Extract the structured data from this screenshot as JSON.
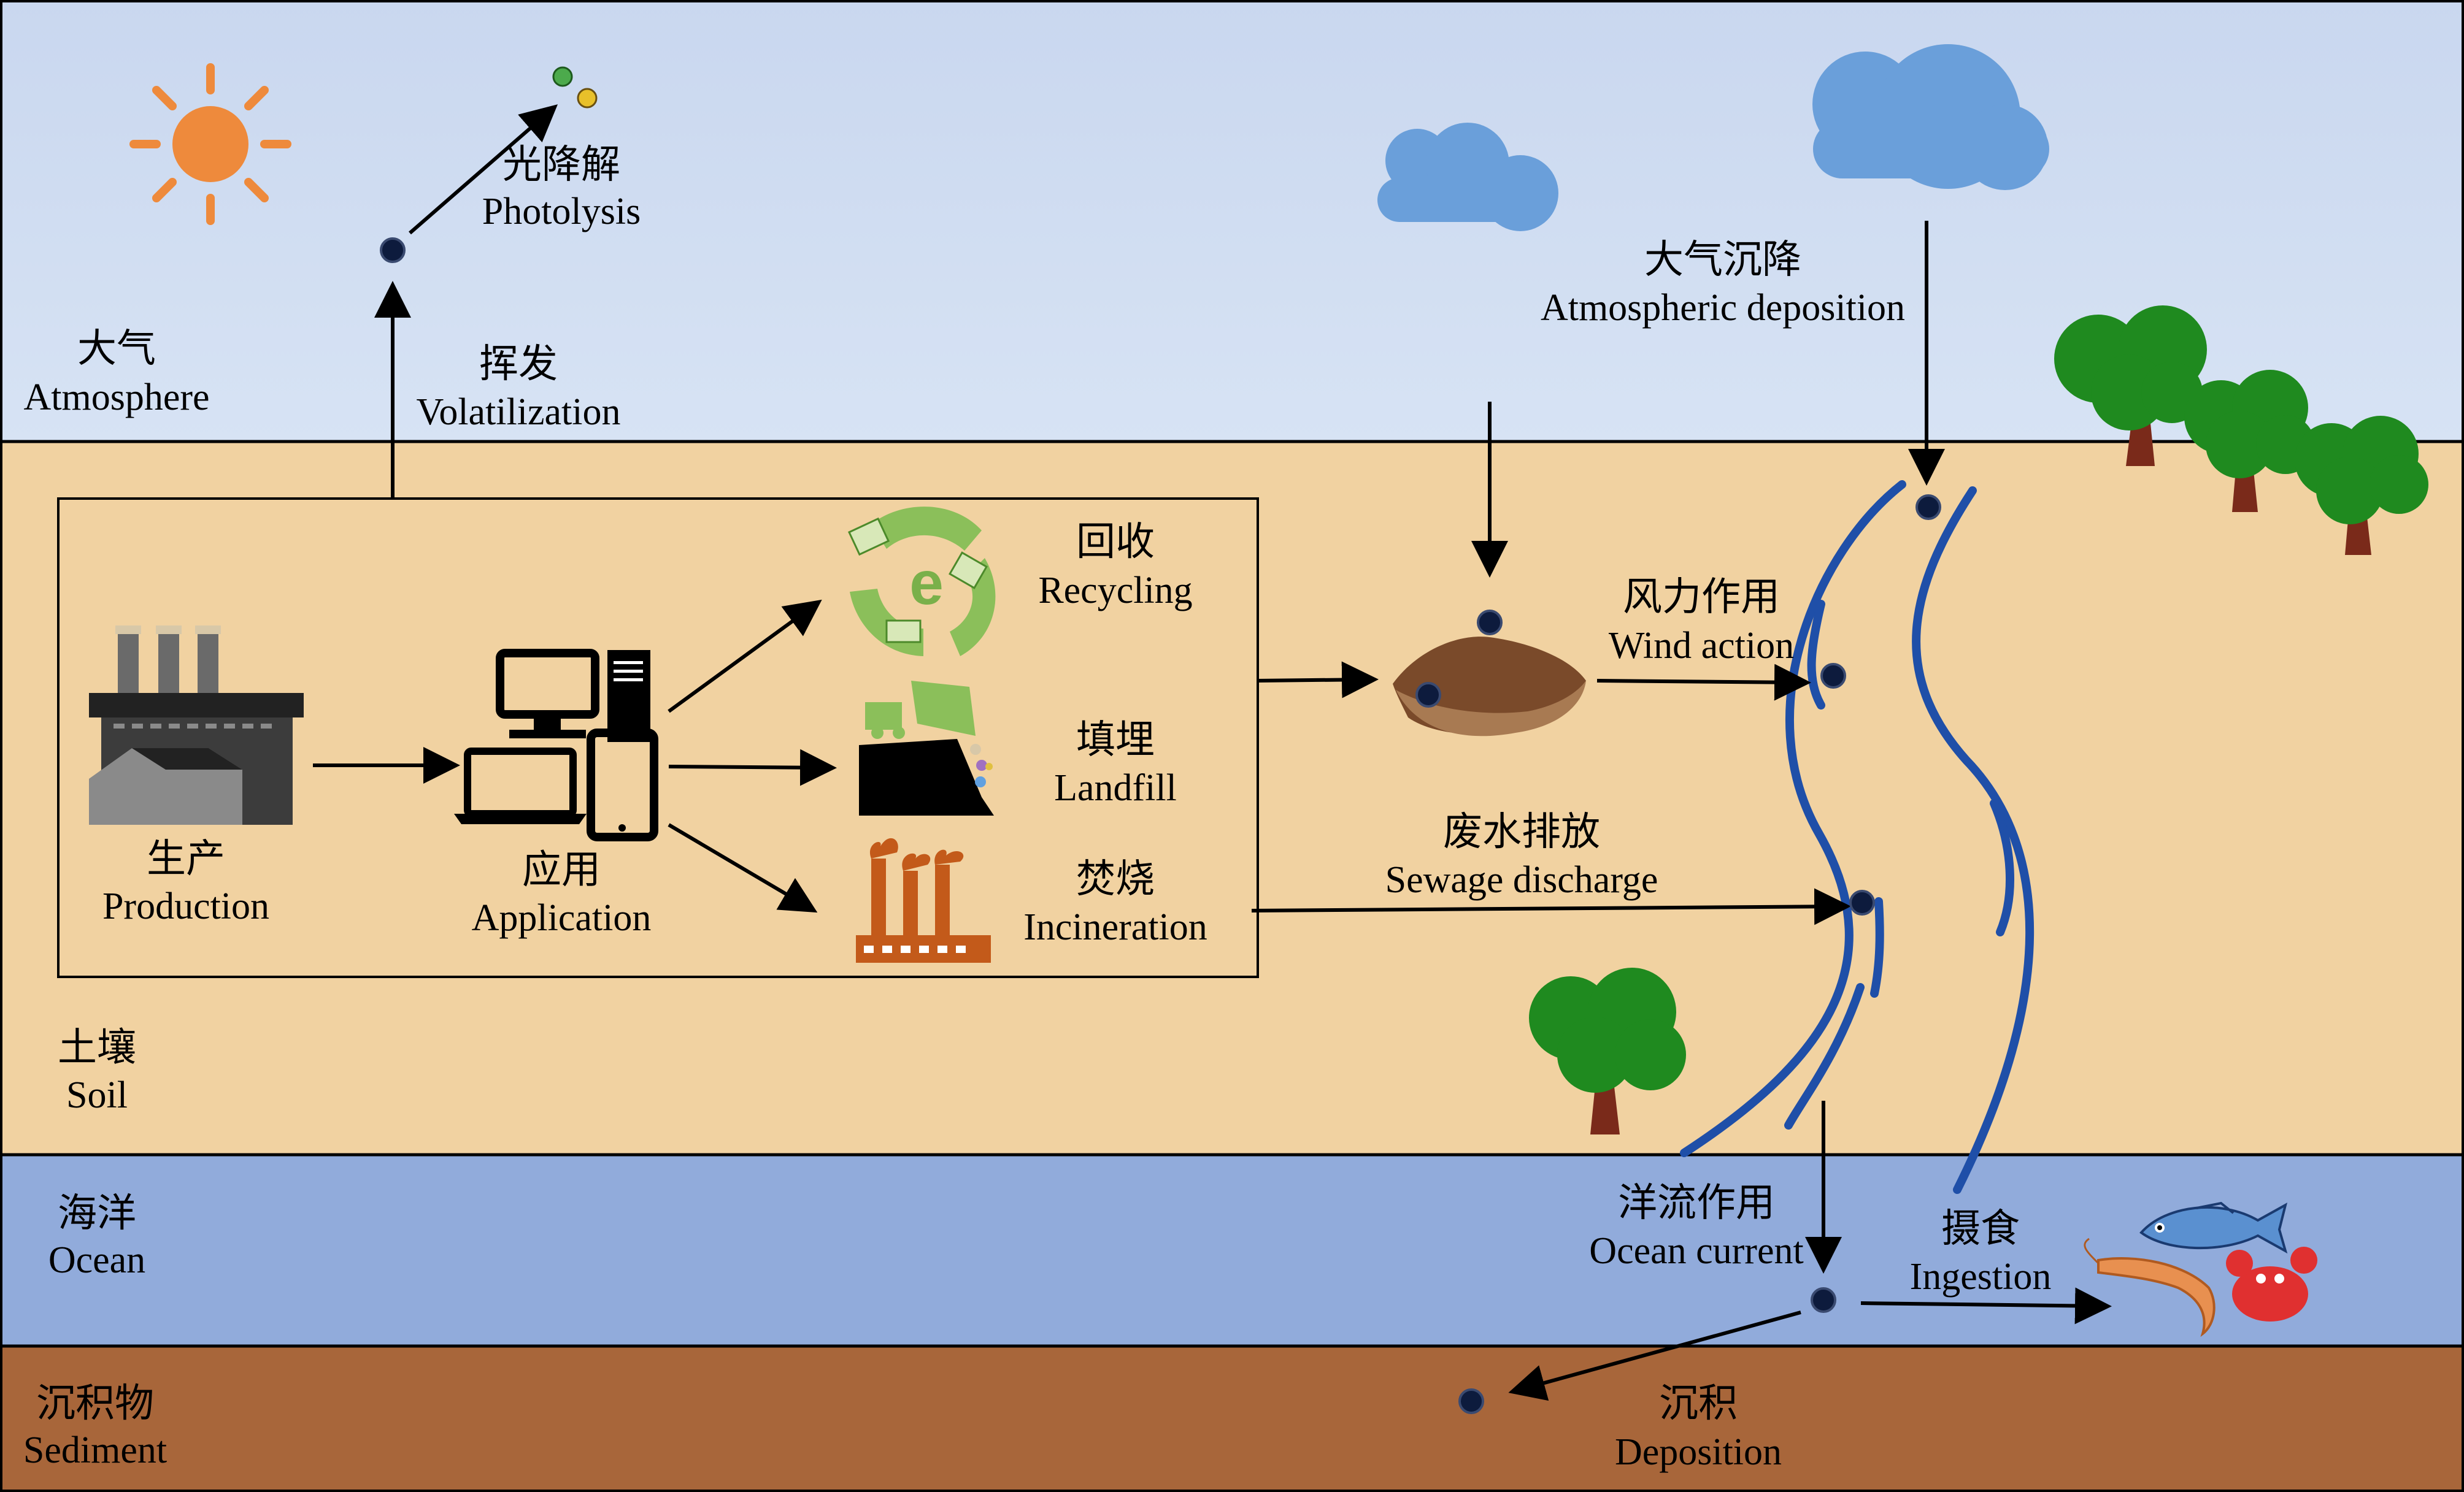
{
  "layers": {
    "atmosphere": {
      "cn": "大气",
      "en": "Atmosphere"
    },
    "soil": {
      "cn": "土壤",
      "en": "Soil"
    },
    "ocean": {
      "cn": "海洋",
      "en": "Ocean"
    },
    "sediment": {
      "cn": "沉积物",
      "en": "Sediment"
    }
  },
  "processes": {
    "photolysis": {
      "cn": "光降解",
      "en": "Photolysis"
    },
    "volatilization": {
      "cn": "挥发",
      "en": "Volatilization"
    },
    "atmospheric_deposition": {
      "cn": "大气沉降",
      "en": "Atmospheric deposition"
    },
    "production": {
      "cn": "生产",
      "en": "Production"
    },
    "application": {
      "cn": "应用",
      "en": "Application"
    },
    "recycling": {
      "cn": "回收",
      "en": "Recycling"
    },
    "landfill": {
      "cn": "填埋",
      "en": "Landfill"
    },
    "incineration": {
      "cn": "焚烧",
      "en": "Incineration"
    },
    "wind_action": {
      "cn": "风力作用",
      "en": "Wind action"
    },
    "sewage_discharge": {
      "cn": "废水排放",
      "en": "Sewage discharge"
    },
    "ocean_current": {
      "cn": "洋流作用",
      "en": "Ocean current"
    },
    "ingestion": {
      "cn": "摄食",
      "en": "Ingestion"
    },
    "deposition": {
      "cn": "沉积",
      "en": "Deposition"
    }
  },
  "icons": {
    "recycle_letter": "e"
  },
  "colors": {
    "sky_top": "#c9d7ef",
    "sky_bottom": "#d7e3f4",
    "soil": "#f1d2a1",
    "ocean": "#91abdb",
    "sediment": "#a8663a",
    "river": "#1f4fa8",
    "sun": "#ee8a3c",
    "cloud": "#6a9fda",
    "tree_leaf": "#1f8a1f",
    "tree_trunk": "#7a2a1a",
    "particle": "#0d1b3d",
    "incinerator": "#c35a1a"
  }
}
